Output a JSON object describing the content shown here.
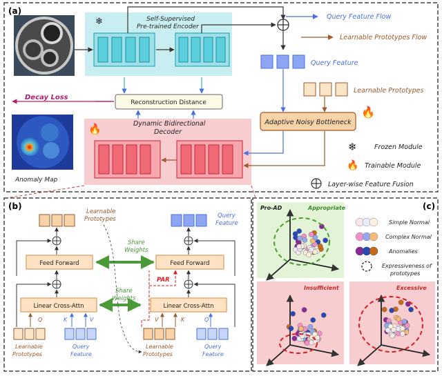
{
  "panel_a": {
    "label": "(a)",
    "encoder_title_1": "Self-Supervised",
    "encoder_title_2": "Pre-trained Encoder",
    "recon": "Reconstruction Distance",
    "decoder_title_1": "Dynamic Bidirectional",
    "decoder_title_2": "Decoder",
    "decay_loss": "Decay Loss",
    "anomaly_map": "Anomaly Map",
    "query_feature": "Query Feature",
    "learnable_prototypes": "Learnable Prototypes",
    "anb": "Adaptive Noisy Bottleneck",
    "legend": {
      "query_flow": "Query Feature Flow",
      "proto_flow": "Learnable Prototypes Flow",
      "frozen": "Frozen Module",
      "trainable": "Trainable Module",
      "fusion": "Layer-wise Feature Fusion"
    },
    "colors": {
      "query": "#4a6fe0",
      "proto": "#9a5a2a",
      "decay": "#b01d6e",
      "encoder_bg": "#c9eef2",
      "decoder_bg": "#f7cdd0"
    }
  },
  "panel_b": {
    "label": "(b)",
    "left_top_label_1": "Learnable",
    "left_top_label_2": "Prototypes",
    "right_top_label_1": "Query",
    "right_top_label_2": "Feature",
    "feed_forward": "Feed Forward",
    "cross_attn": "Linear Cross-Attn",
    "share_weights_1": "Share",
    "share_weights_2": "Weights",
    "par": "PAR",
    "plus": "+",
    "left_q": "Q",
    "left_k": "K",
    "left_v": "V",
    "right_v": "V",
    "right_k": "K",
    "right_q": "Q",
    "bottom_learnable_1": "Learnable",
    "bottom_learnable_2": "Prototypes",
    "bottom_query_1": "Query",
    "bottom_query_2": "Feature"
  },
  "panel_c": {
    "label": "(c)",
    "pro_ad": "Pro-AD",
    "appropriate": "Appropriate",
    "insufficient": "Insufficient",
    "excessive": "Excessive",
    "legend": {
      "simple_normal": "Simple Normal",
      "complex_normal": "Complex Normal",
      "anomalies": "Anomalies",
      "expressiveness_1": "Expressiveness of",
      "expressiveness_2": "prototypes"
    }
  }
}
